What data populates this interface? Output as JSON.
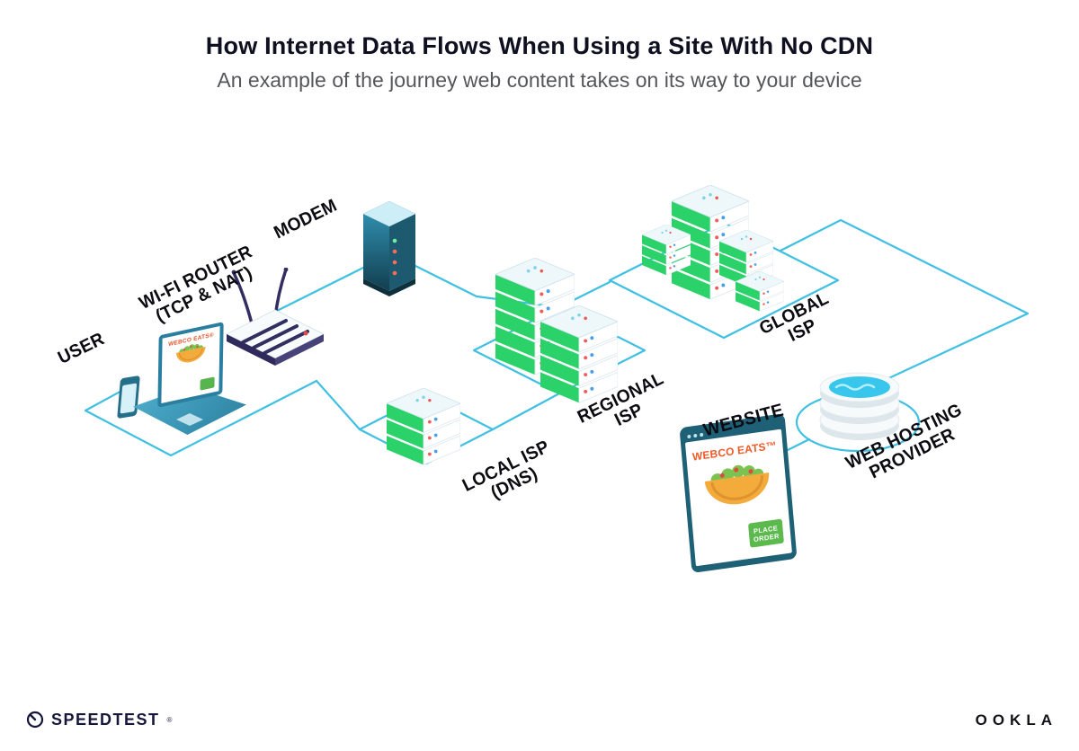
{
  "header": {
    "title": "How Internet Data Flows When Using a Site With No CDN",
    "subtitle": "An example of the journey web content takes on its way to your device"
  },
  "nodes": {
    "user": {
      "label": "USER"
    },
    "wifi_router": {
      "label1": "WI-FI ROUTER",
      "label2": "(TCP & NAT)"
    },
    "modem": {
      "label": "MODEM"
    },
    "local_isp": {
      "label1": "LOCAL ISP",
      "label2": "(DNS)"
    },
    "regional_isp": {
      "label1": "REGIONAL",
      "label2": "ISP"
    },
    "global_isp": {
      "label1": "GLOBAL",
      "label2": "ISP"
    },
    "web_hosting": {
      "label1": "WEB HOSTING",
      "label2": "PROVIDER"
    },
    "website": {
      "label": "WEBSITE"
    }
  },
  "website_window": {
    "brand": "WEBCO EATS™",
    "order_button_line1": "PLACE",
    "order_button_line2": "ORDER"
  },
  "laptop_screen": {
    "brand": "WEBCO EATS®"
  },
  "footer": {
    "speedtest_wordmark": "SPEEDTEST",
    "speedtest_mark": "®",
    "ookla_wordmark": "OOKLA"
  },
  "colors": {
    "line_cyan": "#3fc0e3",
    "server_green": "#2bd169",
    "device_teal": "#2a7e9e",
    "router_navy": "#2e2a5b",
    "brand_orange": "#f05a28",
    "button_green": "#5cb94e",
    "ink": "#0b0b12",
    "subtitle_gray": "#54565a"
  }
}
